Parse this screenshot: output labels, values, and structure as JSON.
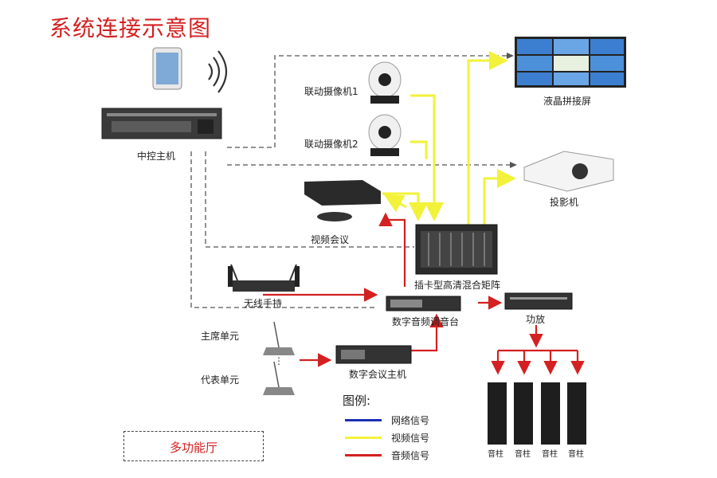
{
  "title": "系统连接示意图",
  "devices": {
    "control_host": "中控主机",
    "camera1": "联动摄像机1",
    "camera2": "联动摄像机2",
    "video_conf": "视频会议",
    "matrix": "插卡型高清混合矩阵",
    "lcd_wall": "液晶拼接屏",
    "projector": "投影机",
    "wireless_mic": "无线手持",
    "audio_mixer": "数字音频调音台",
    "amplifier": "功放",
    "chair_unit": "主席单元",
    "delegate_unit": "代表单元",
    "conf_host": "数字会议主机",
    "speaker_labels": [
      "音柱",
      "音柱",
      "音柱",
      "音柱"
    ]
  },
  "legend": {
    "title": "图例:",
    "items": [
      {
        "label": "网络信号",
        "color": "#1c2fb5"
      },
      {
        "label": "视频信号",
        "color": "#f2f23a"
      },
      {
        "label": "音频信号",
        "color": "#d42020"
      }
    ]
  },
  "room_label": "多功能厅",
  "colors": {
    "video": "#f2f23a",
    "audio": "#d42020",
    "network": "#1c2fb5",
    "title": "#d42020",
    "control": "#555555"
  }
}
